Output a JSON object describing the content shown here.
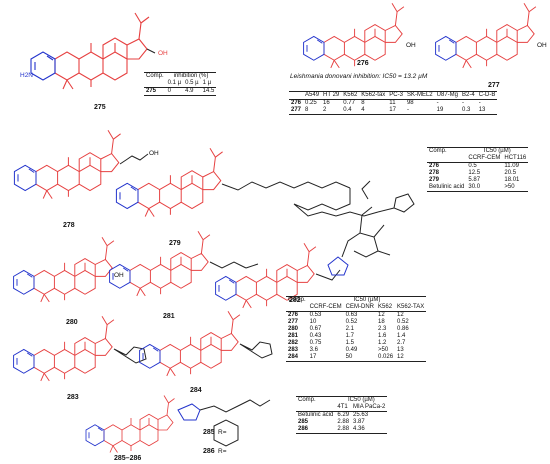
{
  "compounds": {
    "c275": "275",
    "c276": "276",
    "c277": "277",
    "c278": "278",
    "c279": "279",
    "c280": "280",
    "c281": "281",
    "c282": "282",
    "c283": "283",
    "c284": "284",
    "c285_286": "285–286",
    "c285": "285",
    "c286": "286"
  },
  "note_276_277": "Leishmania donovani inhibition: IC50 = 13.2 µM",
  "r_label": "R=",
  "atoms": {
    "n": "N",
    "nh": "N",
    "h2n": "H2N",
    "oh": "OH",
    "o": "O",
    "r": "R"
  },
  "table1": {
    "headers": [
      "Comp.",
      "inhibition (%)"
    ],
    "subheaders": [
      "0.1 µ",
      "0.5 µ",
      "1 µ"
    ],
    "rows": [
      {
        "comp": "275",
        "vals": [
          "0",
          "4.9",
          "14.5"
        ]
      }
    ]
  },
  "table2": {
    "headers": [
      "A549",
      "HT 29",
      "K562",
      "K562-tax",
      "PC-3",
      "SK-MEL2",
      "U87-Mg",
      "B2-4",
      "C-D-B"
    ],
    "rows": [
      {
        "comp": "276",
        "vals": [
          "0.25",
          "16",
          "0.77",
          "8",
          "11",
          "98",
          "-",
          "-",
          "-"
        ]
      },
      {
        "comp": "277",
        "vals": [
          "8",
          "2",
          "0.4",
          "4",
          "17",
          "-",
          "19",
          "0.3",
          "13"
        ]
      }
    ]
  },
  "table3": {
    "headers": [
      "Comp.",
      "IC50 (µM)"
    ],
    "subheaders": [
      "CCRF-CEM",
      "HCT116"
    ],
    "rows": [
      {
        "comp": "276",
        "vals": [
          "0.5",
          "11.09"
        ]
      },
      {
        "comp": "278",
        "vals": [
          "12.5",
          "20.5"
        ]
      },
      {
        "comp": "279",
        "vals": [
          "5.87",
          "18.01"
        ]
      },
      {
        "comp": "Betulinic acid",
        "vals": [
          "30.0",
          ">50"
        ]
      }
    ]
  },
  "table4": {
    "headers": [
      "Comp.",
      "IC50 (µM)"
    ],
    "subheaders": [
      "CCRF-CEM",
      "CEM-DNR",
      "K562",
      "K562-TAX"
    ],
    "rows": [
      {
        "comp": "276",
        "vals": [
          "0.53",
          "0.63",
          "12",
          "12"
        ]
      },
      {
        "comp": "277",
        "vals": [
          "10",
          "0.52",
          "18",
          "0.52"
        ]
      },
      {
        "comp": "280",
        "vals": [
          "0.67",
          "2.1",
          "2.3",
          "0.86"
        ]
      },
      {
        "comp": "281",
        "vals": [
          "0.43",
          "1.7",
          "1.6",
          "1.4"
        ]
      },
      {
        "comp": "282",
        "vals": [
          "0.75",
          "1.5",
          "1.2",
          "2.7"
        ]
      },
      {
        "comp": "283",
        "vals": [
          "3.6",
          "0.49",
          ">50",
          "13"
        ]
      },
      {
        "comp": "284",
        "vals": [
          "17",
          "50",
          "0.026",
          "12"
        ]
      }
    ]
  },
  "table5": {
    "headers": [
      "Comp.",
      "IC50 (µM)"
    ],
    "subheaders": [
      "4T1",
      "MIA PaCa-2"
    ],
    "rows": [
      {
        "comp": "Betulinic acid",
        "vals": [
          "6.29",
          "25.63"
        ]
      },
      {
        "comp": "285",
        "vals": [
          "2.88",
          "3.87"
        ]
      },
      {
        "comp": "286",
        "vals": [
          "2.88",
          "4.36"
        ]
      }
    ]
  },
  "colors": {
    "highlight": "#e64040",
    "pyrazine": "#2233cc",
    "bond": "#222222"
  }
}
